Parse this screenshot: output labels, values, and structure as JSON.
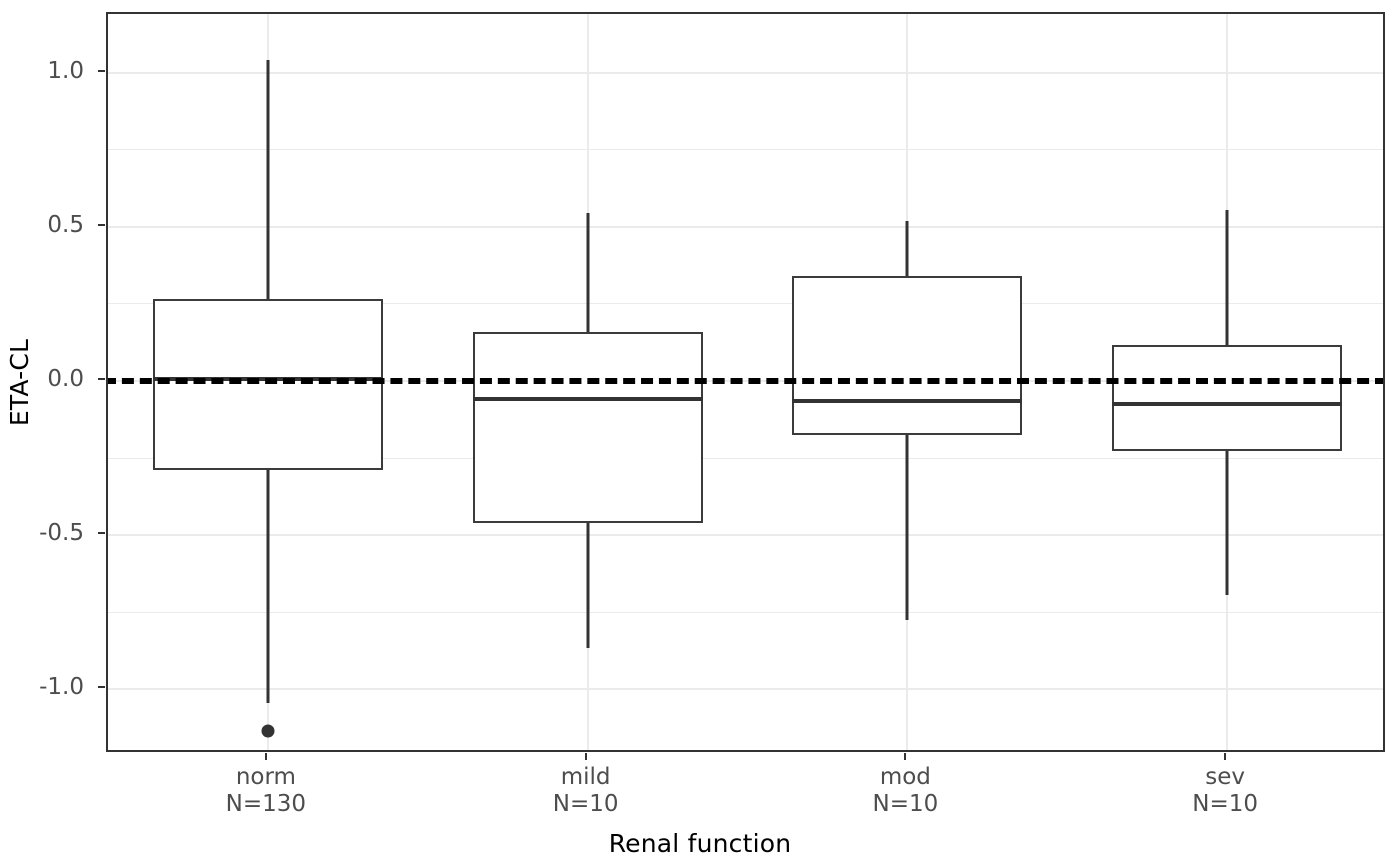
{
  "chart_data": {
    "type": "box",
    "title": "",
    "xlabel": "Renal function",
    "ylabel": "ETA-CL",
    "ylim": [
      -1.21,
      1.19
    ],
    "yticks": [
      -1.0,
      -0.5,
      0.0,
      0.5,
      1.0
    ],
    "ytick_labels": [
      "-1.0",
      "-0.5",
      "0.0",
      "0.5",
      "1.0"
    ],
    "y_minor_ticks": [
      -0.75,
      -0.25,
      0.25,
      0.75
    ],
    "grid": true,
    "legend": "none",
    "reference_line": {
      "y": 0.0,
      "style": "dashed",
      "color": "#000000",
      "width": 6
    },
    "categories": [
      "norm",
      "mild",
      "mod",
      "sev"
    ],
    "counts": [
      "N=130",
      "N=10",
      "N=10",
      "N=10"
    ],
    "xtick_labels": [
      "norm\nN=130",
      "mild\nN=10",
      "mod\nN=10",
      "sev\nN=10"
    ],
    "boxes": [
      {
        "category": "norm",
        "n": 130,
        "count_label": "N=130",
        "whisker_low": -1.045,
        "q1": -0.29,
        "median": 0.005,
        "q3": 0.265,
        "whisker_high": 1.04,
        "outliers": [
          -1.135
        ]
      },
      {
        "category": "mild",
        "n": 10,
        "count_label": "N=10",
        "whisker_low": -0.865,
        "q1": -0.46,
        "median": -0.06,
        "q3": 0.16,
        "whisker_high": 0.545,
        "outliers": []
      },
      {
        "category": "mod",
        "n": 10,
        "count_label": "N=10",
        "whisker_low": -0.775,
        "q1": -0.175,
        "median": -0.065,
        "q3": 0.34,
        "whisker_high": 0.52,
        "outliers": []
      },
      {
        "category": "sev",
        "n": 10,
        "count_label": "N=10",
        "whisker_low": -0.695,
        "q1": -0.228,
        "median": -0.075,
        "q3": 0.117,
        "whisker_high": 0.555,
        "outliers": []
      }
    ],
    "colors": {
      "box_border": "#3b3b3b",
      "box_fill": "#ffffff",
      "median": "#333333",
      "whisker": "#333333",
      "outlier": "#333333",
      "grid": "#ebebeb",
      "panel_border": "#333333",
      "tick_label": "#4d4d4d",
      "axis_title": "#000000",
      "background": "#ffffff"
    }
  }
}
